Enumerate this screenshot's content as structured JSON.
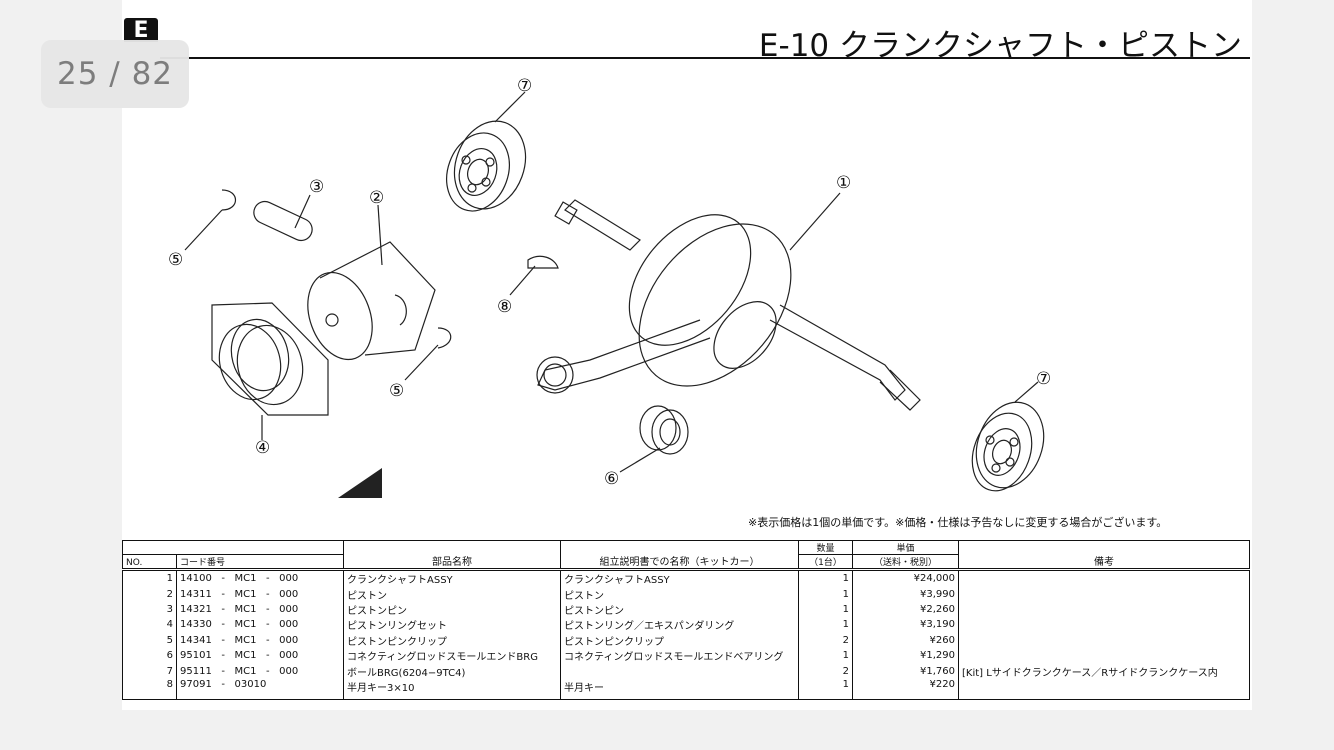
{
  "page_indicator": "25 / 82",
  "logo_letter": "E",
  "title": "E-10 クランクシャフト・ピストン",
  "diagram_labels": [
    "⑦",
    "①",
    "③",
    "②",
    "⑤",
    "⑧",
    "⑤",
    "④",
    "⑦",
    "⑥"
  ],
  "note": "※表示価格は1個の単価です。※価格・仕様は予告なしに変更する場合がございます。",
  "table": {
    "headers": {
      "no": "NO.",
      "code": "コード番号",
      "name": "部品名称",
      "kit_name": "組立説明書での名称（キットカー）",
      "qty": "数量",
      "qty_sub": "（1台）",
      "price": "単価",
      "price_sub": "（送料・税別）",
      "remarks": "備考"
    },
    "rows": [
      {
        "no": "1",
        "c1": "14100",
        "c2": "MC1",
        "c3": "000",
        "name": "クランクシャフトASSY",
        "kit_name": "クランクシャフトASSY",
        "qty": "1",
        "price": "¥24,000",
        "remarks": ""
      },
      {
        "no": "2",
        "c1": "14311",
        "c2": "MC1",
        "c3": "000",
        "name": "ピストン",
        "kit_name": "ピストン",
        "qty": "1",
        "price": "¥3,990",
        "remarks": ""
      },
      {
        "no": "3",
        "c1": "14321",
        "c2": "MC1",
        "c3": "000",
        "name": "ピストンピン",
        "kit_name": "ピストンピン",
        "qty": "1",
        "price": "¥2,260",
        "remarks": ""
      },
      {
        "no": "4",
        "c1": "14330",
        "c2": "MC1",
        "c3": "000",
        "name": "ピストンリングセット",
        "kit_name": "ピストンリング／エキスパンダリング",
        "qty": "1",
        "price": "¥3,190",
        "remarks": ""
      },
      {
        "no": "5",
        "c1": "14341",
        "c2": "MC1",
        "c3": "000",
        "name": "ピストンピンクリップ",
        "kit_name": "ピストンピンクリップ",
        "qty": "2",
        "price": "¥260",
        "remarks": ""
      },
      {
        "no": "6",
        "c1": "95101",
        "c2": "MC1",
        "c3": "000",
        "name": "コネクティングロッドスモールエンドBRG",
        "kit_name": "コネクティングロッドスモールエンドベアリング",
        "qty": "1",
        "price": "¥1,290",
        "remarks": ""
      },
      {
        "no": "7",
        "c1": "95111",
        "c2": "MC1",
        "c3": "000",
        "name": "ボールBRG(6204−9TC4)",
        "kit_name": "",
        "qty": "2",
        "price": "¥1,760",
        "remarks": "[Kit] Lサイドクランクケース／Rサイドクランクケース内"
      },
      {
        "no": "8",
        "c1": "97091",
        "c2": "03010",
        "c3": "",
        "name": "半月キー3×10",
        "kit_name": "半月キー",
        "qty": "1",
        "price": "¥220",
        "remarks": ""
      }
    ]
  }
}
